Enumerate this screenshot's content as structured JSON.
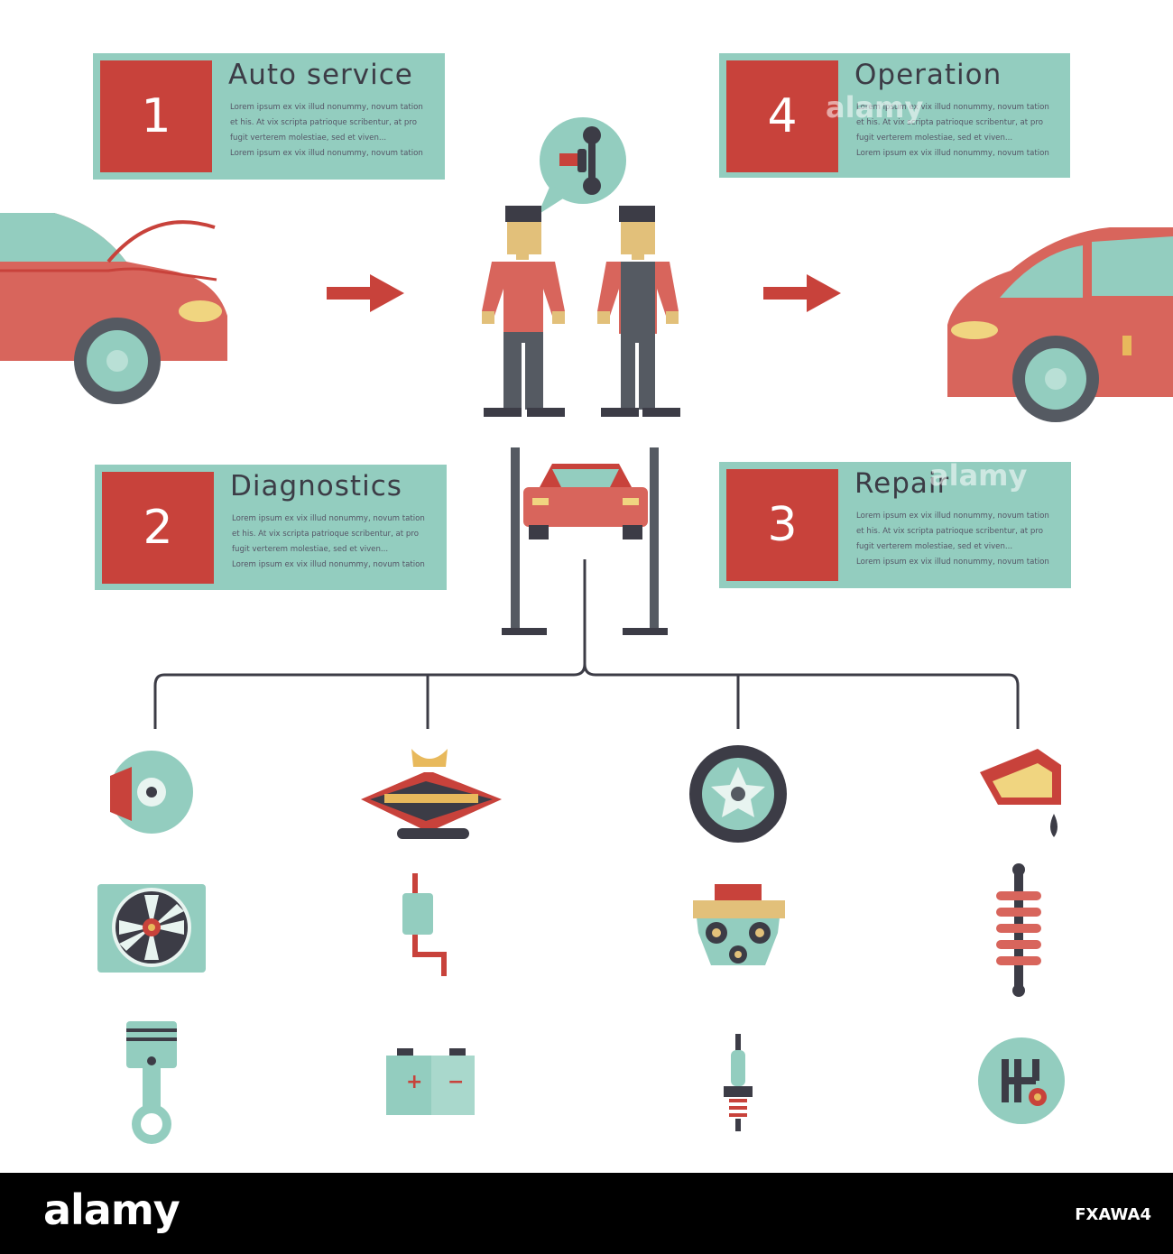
{
  "steps": [
    {
      "number": "1",
      "title": "Auto service",
      "lines": [
        "Lorem ipsum ex vix illud nonummy, novum tation",
        "et his. At vix scripta patrioque scribentur, at pro",
        "fugit verterem molestiae, sed et viven...",
        "Lorem ipsum ex vix illud nonummy, novum tation"
      ]
    },
    {
      "number": "2",
      "title": "Diagnostics",
      "lines": [
        "Lorem ipsum ex vix illud nonummy, novum tation",
        "et his. At vix scripta patrioque scribentur, at pro",
        "fugit verterem molestiae, sed et viven...",
        "Lorem ipsum ex vix illud nonummy, novum tation"
      ]
    },
    {
      "number": "3",
      "title": "Repair",
      "lines": [
        "Lorem ipsum ex vix illud nonummy, novum tation",
        "et his. At vix scripta patrioque scribentur, at pro",
        "fugit verterem molestiae, sed et viven...",
        "Lorem ipsum ex vix illud nonummy, novum tation"
      ]
    },
    {
      "number": "4",
      "title": "Operation",
      "lines": [
        "Lorem ipsum ex vix illud nonummy, novum tation",
        "et his. At vix scripta patrioque scribentur, at pro",
        "fugit verterem molestiae, sed et viven...",
        "Lorem ipsum ex vix illud nonummy, novum tation"
      ]
    }
  ],
  "colors": {
    "red": "#c8423b",
    "teal": "#93cdbf",
    "dark": "#3c3c46",
    "yellow": "#e8b95c",
    "skin": "#e2c07a"
  },
  "icons": [
    "brake-disc-icon",
    "car-jack-icon",
    "wheel-icon",
    "oil-can-icon",
    "radiator-fan-icon",
    "muffler-icon",
    "engine-icon",
    "shock-absorber-icon",
    "piston-icon",
    "battery-icon",
    "spark-plug-icon",
    "gear-shift-icon"
  ],
  "footer": {
    "logo": "alamy",
    "image_id": "FXAWA4",
    "watermark": "alamy"
  }
}
